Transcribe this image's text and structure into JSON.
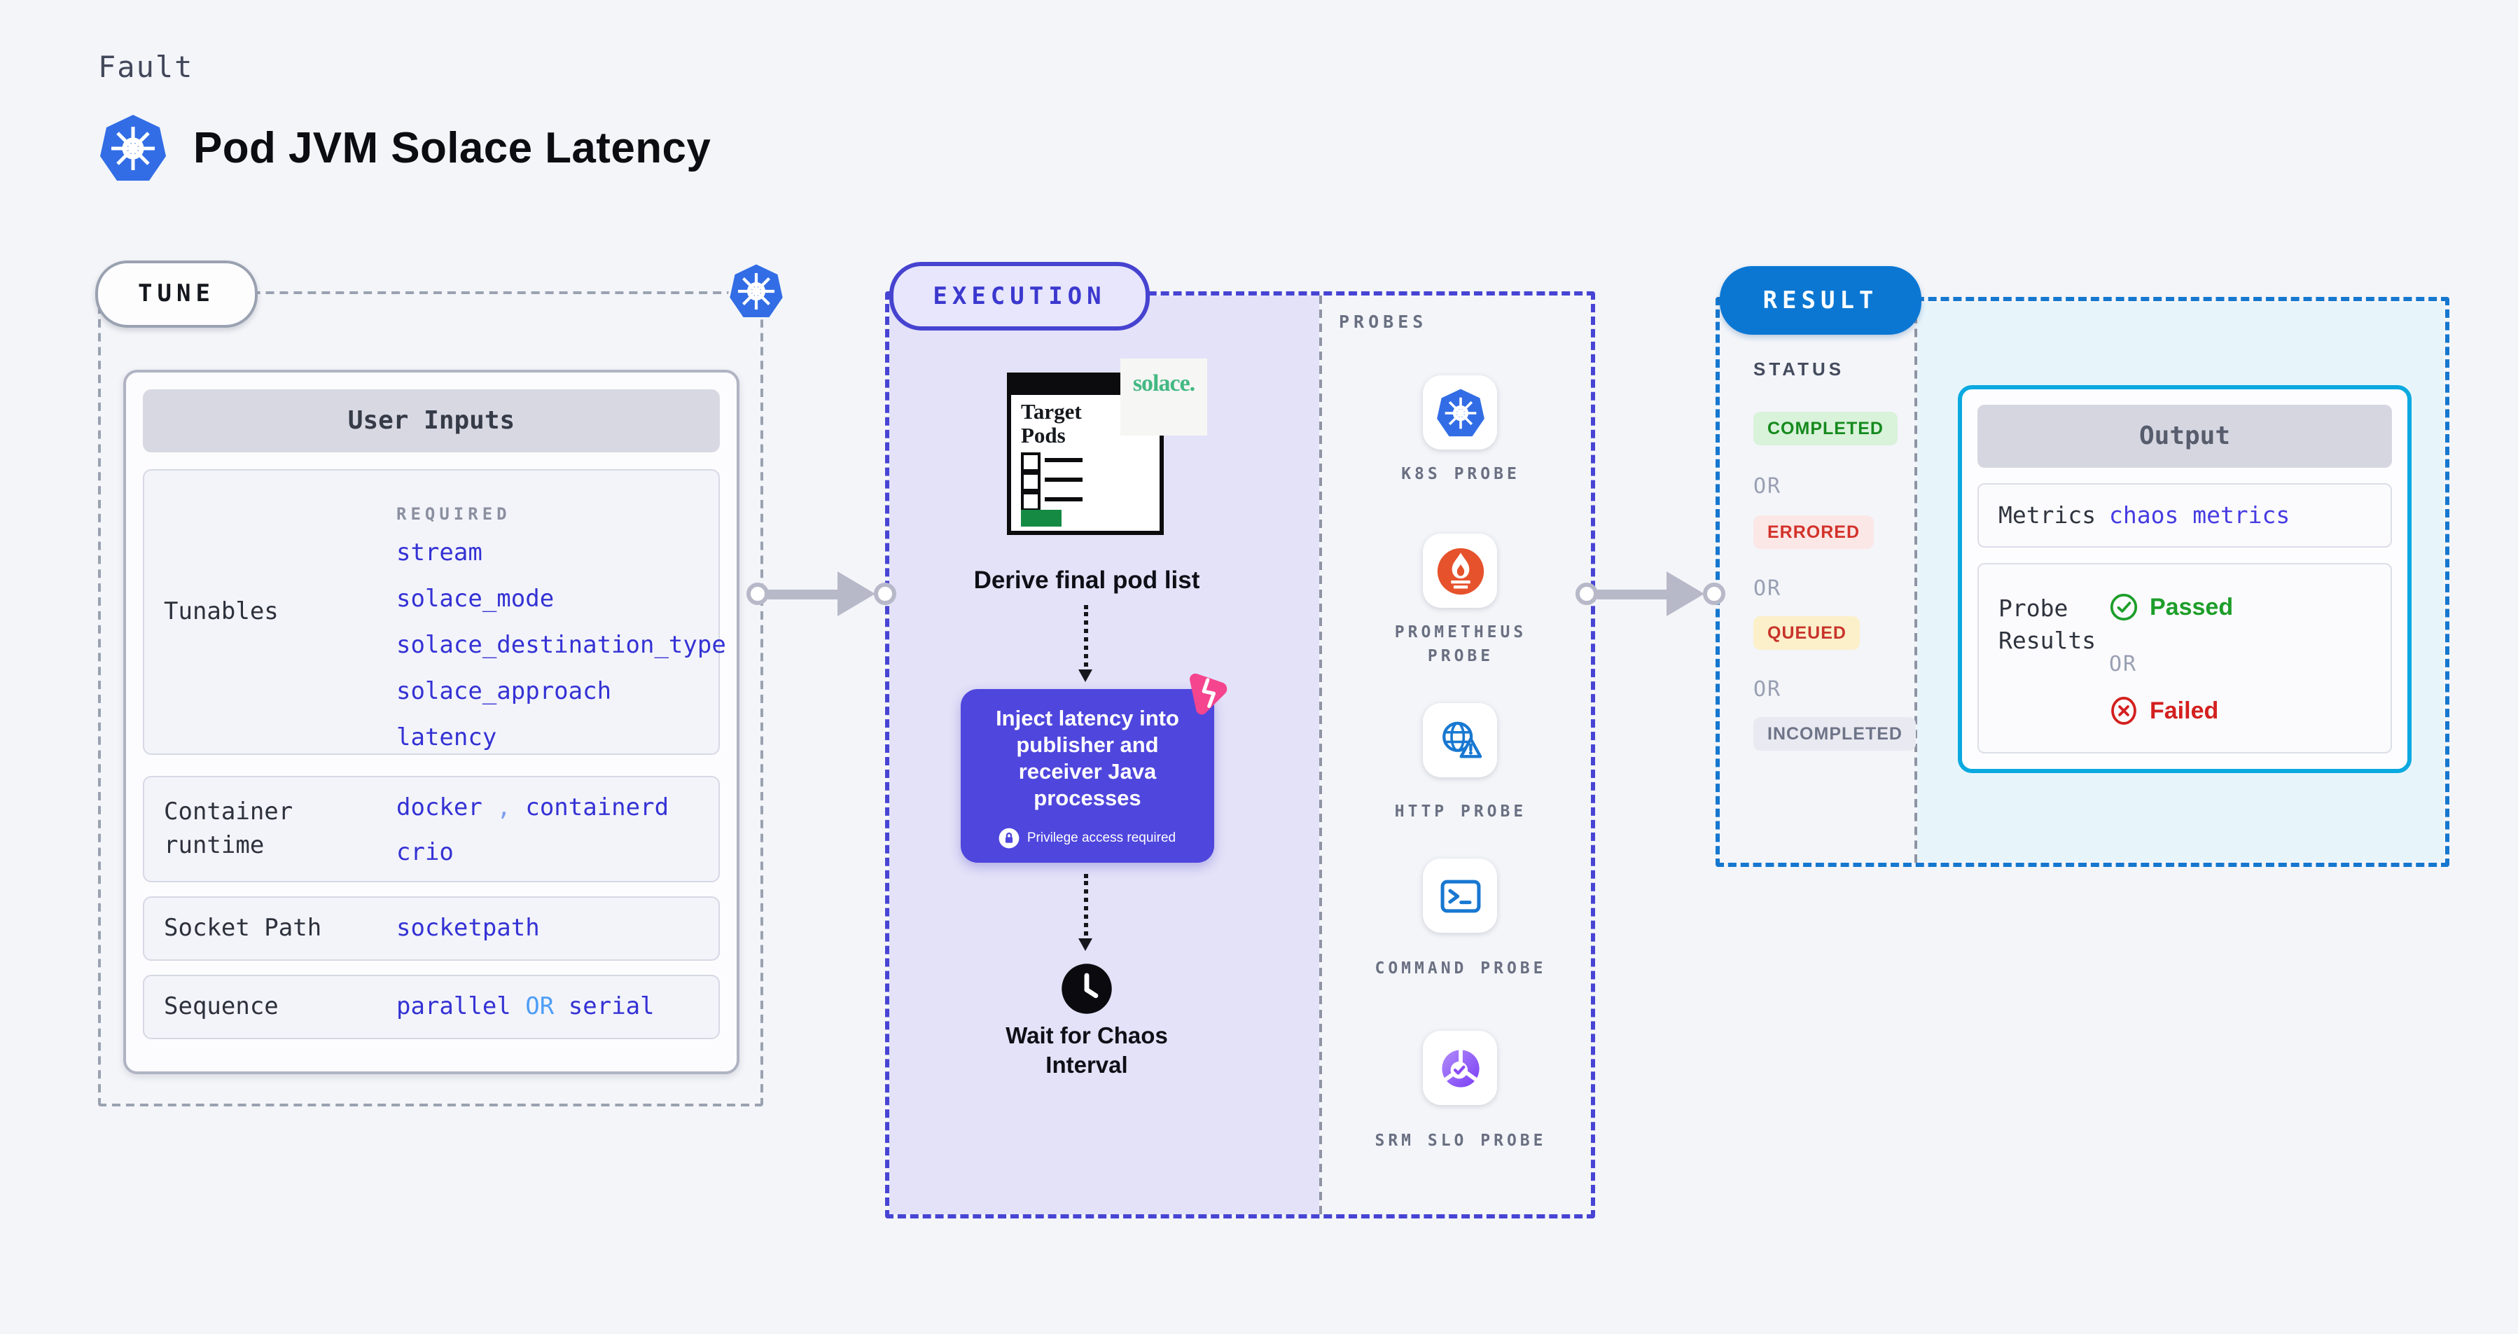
{
  "page": {
    "kicker": "Fault",
    "title": "Pod JVM Solace Latency"
  },
  "tune": {
    "label": "TUNE",
    "header": "User Inputs",
    "tunables_label": "Tunables",
    "required_label": "REQUIRED",
    "tunable_values": [
      "stream",
      "solace_mode",
      "solace_destination_type",
      "solace_approach",
      "latency"
    ],
    "container_runtime_label": "Container runtime",
    "container_runtime_v1": "docker",
    "container_runtime_sep": ",",
    "container_runtime_v2": "containerd",
    "container_runtime_v3": "crio",
    "socket_path_label": "Socket Path",
    "socket_path_value": "socketpath",
    "sequence_label": "Sequence",
    "sequence_a": "parallel",
    "sequence_or": "OR",
    "sequence_b": "serial"
  },
  "execution": {
    "label": "EXECUTION",
    "window_title": "Target Pods",
    "solace_brand": "solace.",
    "step_derive": "Derive final pod list",
    "step_inject": "Inject latency into publisher and receiver Java processes",
    "privilege_note": "Privilege access required",
    "step_wait": "Wait for Chaos Interval"
  },
  "probes": {
    "label": "PROBES",
    "items": [
      {
        "label": "K8S PROBE",
        "icon": "kubernetes-icon"
      },
      {
        "label": "PROMETHEUS PROBE",
        "icon": "prometheus-icon"
      },
      {
        "label": "HTTP PROBE",
        "icon": "http-globe-icon"
      },
      {
        "label": "COMMAND PROBE",
        "icon": "terminal-icon"
      },
      {
        "label": "SRM SLO PROBE",
        "icon": "slo-donut-icon"
      }
    ]
  },
  "result": {
    "label": "RESULT",
    "status_label": "STATUS",
    "or_label": "OR",
    "statuses": [
      {
        "label": "COMPLETED",
        "bg": "#d9f2da",
        "color": "#158a1e"
      },
      {
        "label": "ERRORED",
        "bg": "#fbe7e6",
        "color": "#d2322a"
      },
      {
        "label": "QUEUED",
        "bg": "#fcf0cb",
        "color": "#c8342b"
      },
      {
        "label": "INCOMPLETED",
        "bg": "#e9eaf1",
        "color": "#6e7488"
      }
    ],
    "output": {
      "header": "Output",
      "metrics_label": "Metrics",
      "metrics_value": "chaos metrics",
      "probe_results_label": "Probe Results",
      "passed_label": "Passed",
      "failed_label": "Failed"
    }
  },
  "colors": {
    "page_bg": "#f3f5f9",
    "execution_fill": "#e3e2f8",
    "execution_accent": "#4744d4",
    "result_accent": "#0b77d3",
    "result_fill": "#e7f5fb",
    "output_border": "#0aa9e0",
    "code_blue": "#3432d4",
    "inject_box": "#4f46dd",
    "chaos_pink": "#f4458e",
    "solace_green": "#43b883",
    "arrow_gray": "#b7b9c9"
  }
}
